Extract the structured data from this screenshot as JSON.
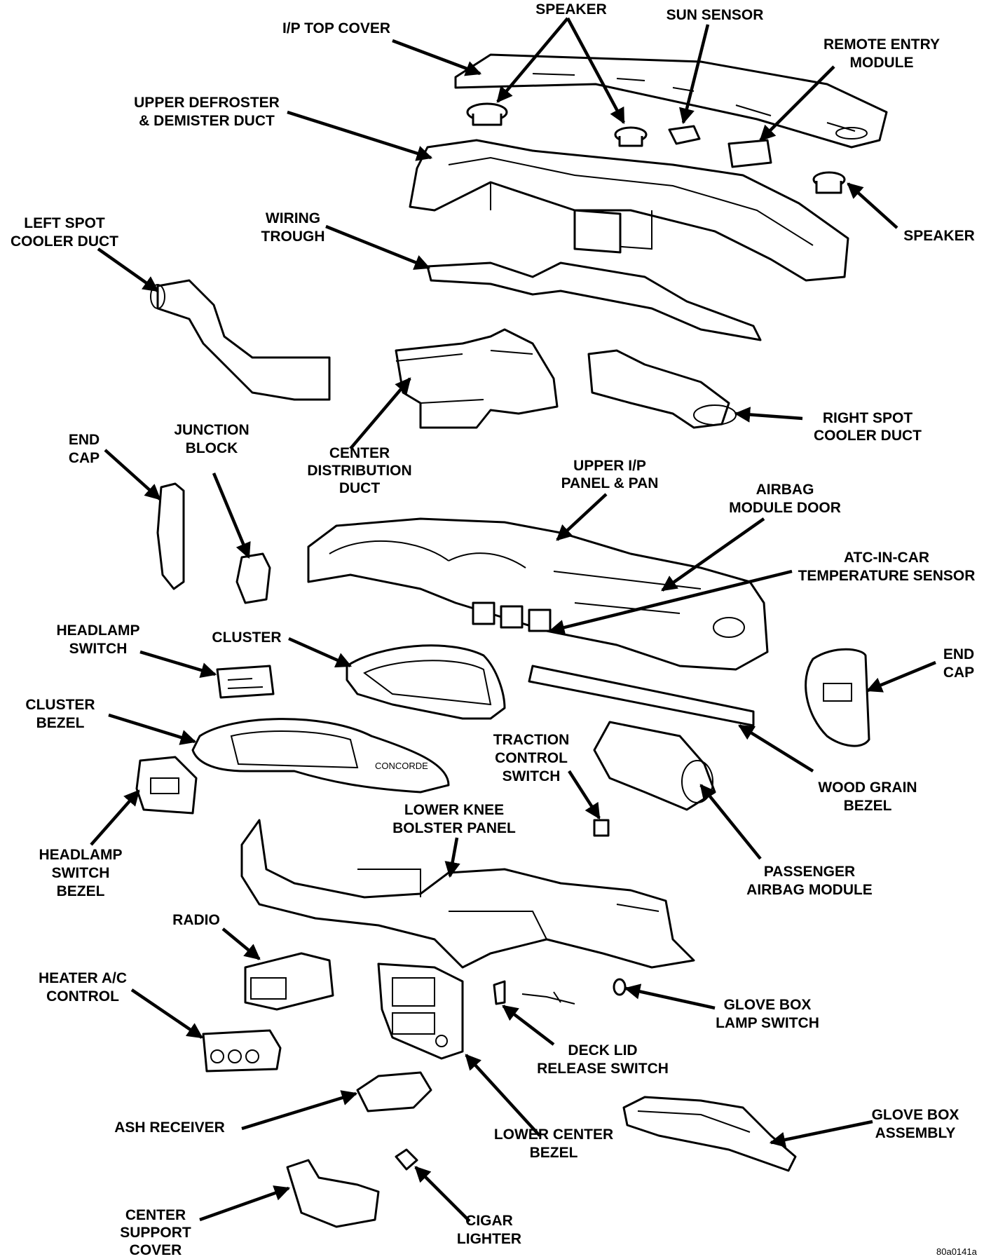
{
  "diagram": {
    "labels": {
      "ip_top_cover": "I/P TOP COVER",
      "speaker_top": "SPEAKER",
      "sun_sensor": "SUN SENSOR",
      "remote_entry_1": "REMOTE ENTRY",
      "remote_entry_2": "MODULE",
      "upper_defroster_1": "UPPER DEFROSTER",
      "upper_defroster_2": "& DEMISTER DUCT",
      "speaker_right": "SPEAKER",
      "left_spot_1": "LEFT SPOT",
      "left_spot_2": "COOLER DUCT",
      "wiring_1": "WIRING",
      "wiring_2": "TROUGH",
      "end_cap_left_1": "END",
      "end_cap_left_2": "CAP",
      "junction_1": "JUNCTION",
      "junction_2": "BLOCK",
      "center_dist_1": "CENTER",
      "center_dist_2": "DISTRIBUTION",
      "center_dist_3": "DUCT",
      "right_spot_1": "RIGHT SPOT",
      "right_spot_2": "COOLER DUCT",
      "upper_ip_1": "UPPER I/P",
      "upper_ip_2": "PANEL & PAN",
      "airbag_door_1": "AIRBAG",
      "airbag_door_2": "MODULE DOOR",
      "atc_1": "ATC-IN-CAR",
      "atc_2": "TEMPERATURE SENSOR",
      "headlamp_switch_1": "HEADLAMP",
      "headlamp_switch_2": "SWITCH",
      "cluster": "CLUSTER",
      "end_cap_right_1": "END",
      "end_cap_right_2": "CAP",
      "cluster_bezel_1": "CLUSTER",
      "cluster_bezel_2": "BEZEL",
      "traction_1": "TRACTION",
      "traction_2": "CONTROL",
      "traction_3": "SWITCH",
      "wood_grain_1": "WOOD GRAIN",
      "wood_grain_2": "BEZEL",
      "lower_knee_1": "LOWER KNEE",
      "lower_knee_2": "BOLSTER PANEL",
      "headlamp_bezel_1": "HEADLAMP",
      "headlamp_bezel_2": "SWITCH",
      "headlamp_bezel_3": "BEZEL",
      "passenger_airbag_1": "PASSENGER",
      "passenger_airbag_2": "AIRBAG MODULE",
      "radio": "RADIO",
      "heater_1": "HEATER A/C",
      "heater_2": "CONTROL",
      "glove_lamp_1": "GLOVE BOX",
      "glove_lamp_2": "LAMP SWITCH",
      "deck_lid_1": "DECK LID",
      "deck_lid_2": "RELEASE SWITCH",
      "ash": "ASH RECEIVER",
      "lower_center_1": "LOWER CENTER",
      "lower_center_2": "BEZEL",
      "glove_box_1": "GLOVE BOX",
      "glove_box_2": "ASSEMBLY",
      "center_support_1": "CENTER",
      "center_support_2": "SUPPORT",
      "center_support_3": "COVER",
      "cigar_1": "CIGAR",
      "cigar_2": "LIGHTER",
      "figure_code": "80a0141a"
    }
  }
}
